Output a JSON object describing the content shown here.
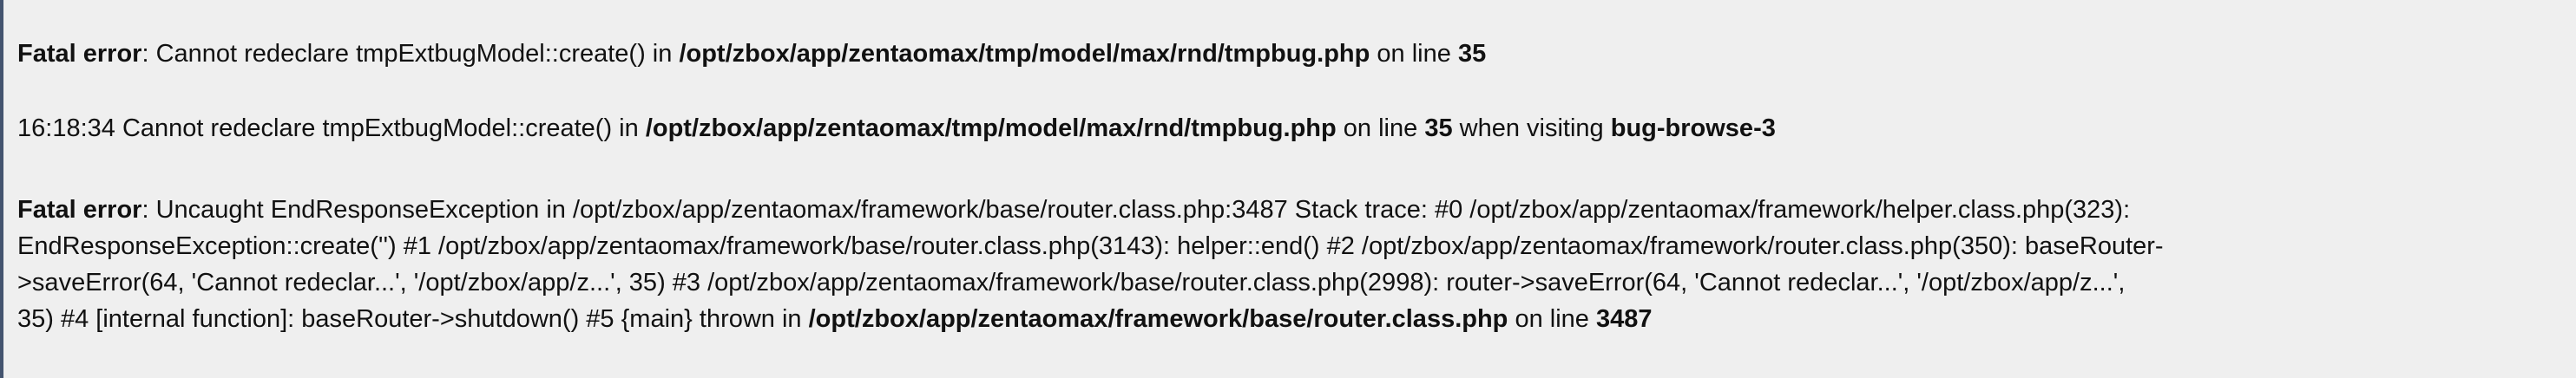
{
  "error1": {
    "label": "Fatal error",
    "sep": ": ",
    "message": "Cannot redeclare tmpExtbugModel::create() in ",
    "file": "/opt/zbox/app/zentaomax/tmp/model/max/rnd/tmpbug.php",
    "on_line": " on line ",
    "line": "35"
  },
  "log": {
    "time": "16:18:34",
    "message": " Cannot redeclare tmpExtbugModel::create() in ",
    "file": "/opt/zbox/app/zentaomax/tmp/model/max/rnd/tmpbug.php",
    "on_line": " on line ",
    "line": "35",
    "visiting": " when visiting ",
    "page": "bug-browse-3"
  },
  "error2": {
    "label": "Fatal error",
    "lines": [
      ": Uncaught EndResponseException in /opt/zbox/app/zentaomax/framework/base/router.class.php:3487 Stack trace: #0 /opt/zbox/app/zentaomax/framework/helper.class.php(323):",
      "EndResponseException::create('') #1 /opt/zbox/app/zentaomax/framework/base/router.class.php(3143): helper::end() #2 /opt/zbox/app/zentaomax/framework/router.class.php(350): baseRouter-",
      ">saveError(64, 'Cannot redeclar...', '/opt/zbox/app/z...', 35) #3 /opt/zbox/app/zentaomax/framework/base/router.class.php(2998): router->saveError(64, 'Cannot redeclar...', '/opt/zbox/app/z...',",
      "35) #4 [internal function]: baseRouter->shutdown() #5 {main} thrown in "
    ],
    "file": "/opt/zbox/app/zentaomax/framework/base/router.class.php",
    "on_line": " on line ",
    "line": "3487"
  }
}
